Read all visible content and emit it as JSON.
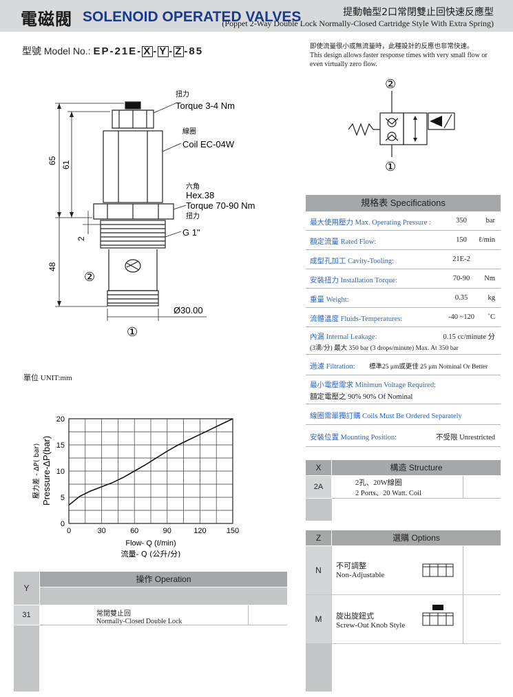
{
  "header": {
    "title_zh": "電磁閥",
    "title_en": "SOLENOID OPERATED VALVES",
    "subtitle_zh": "提動軸型2口常閉雙止回快速反應型",
    "subtitle_en": "(Poppet 2-Way Double Lock Normally-Closed Cartridge Style With Extra Spring)"
  },
  "model": {
    "label": "型號 Model No.:",
    "prefix": "EP-21E-",
    "x": "X",
    "y": "Y",
    "z": "Z",
    "suffix": "-85",
    "dash": "-"
  },
  "note": {
    "zh": "即使流量很小或無流量時，此種設計的反應也非常快速。",
    "en1": "This design allows faster response times with very small flow or",
    "en2": "even virtually zero flow."
  },
  "drawing": {
    "torque1_zh": "扭力",
    "torque1": "Torque 3-4 Nm",
    "coil_zh": "線圈",
    "coil": "Coil EC-04W",
    "hex_zh": "六角",
    "hex": "Hex.38",
    "torque2": "Torque 70-90 Nm",
    "torque2_zh": "扭力",
    "thread": "G 1\"",
    "dim65": "65",
    "dim61": "61",
    "dim2": "2",
    "dim48": "48",
    "dia": "Ø30.00",
    "port1": "①",
    "port2": "②"
  },
  "unit": "單位 UNIT:mm",
  "chart_data": {
    "type": "line",
    "x": [
      0,
      10,
      20,
      30,
      40,
      50,
      60,
      70,
      80,
      90,
      100,
      110,
      120,
      130,
      140,
      150
    ],
    "series": [
      {
        "values": [
          3.5,
          5.2,
          6.2,
          7.0,
          7.8,
          8.8,
          10.0,
          11.2,
          12.5,
          13.8,
          15.0,
          16.0,
          17.0,
          18.0,
          19.0,
          20.0
        ]
      }
    ],
    "xticks": [
      "0",
      "30",
      "60",
      "90",
      "120",
      "150"
    ],
    "yticks": [
      "0",
      "5",
      "10",
      "15",
      "20"
    ],
    "xlim": [
      0,
      150
    ],
    "ylim": [
      0,
      20
    ],
    "xlabel_en": "Flow- Q (ℓ/min)",
    "xlabel_zh": "流量- Q (公升/分)",
    "ylabel_en": "Pressure-ΔP(bar)",
    "ylabel_zh": "壓力差 - ΔP( bar)",
    "grid": true
  },
  "operation": {
    "col_y": "Y",
    "title": "操作 Operation",
    "code": "31",
    "desc_zh": "常閉雙止回",
    "desc_en": "Normally-Closed Double Lock"
  },
  "specs": {
    "title": "規格表 Specifications",
    "rows": [
      {
        "label": "最大使用壓力 Max. Operating Pressure :",
        "value": "350",
        "unit": "bar"
      },
      {
        "label": "額定流量 Rated Flow:",
        "value": "150",
        "unit": "ℓ/min"
      },
      {
        "label": "成型孔加工 Cavity-Tooling:",
        "value": "21E-2",
        "unit": ""
      },
      {
        "label": "安裝扭力 Installation Torque:",
        "value": "70-90",
        "unit": "Nm"
      },
      {
        "label": "重量 Weight:",
        "value": "0.35",
        "unit": "kg"
      },
      {
        "label": "流體溫度 Fluids-Temperatures:",
        "value": "-40 ~120",
        "unit": "˚C"
      }
    ],
    "leak_label": "內漏 Internal Leakage:",
    "leak_value": "0.15 cc/minute 分",
    "leak_line2": "(3滴/分) 最大 350 bar   (3 drops/minute) Max. At 350 bar",
    "filter_label": "過濾 Filtration:",
    "filter_value": "標準25 μm或更佳 25 μm Nominal Or Better",
    "voltage_label": "最小電壓需求 Minimun Voltage Required:",
    "voltage_value": "額定電壓之 90%     90% Of Nominal",
    "coil_note": "線圈需單獨訂購 Coils Must Be Ordered Separately",
    "mount_label": "安裝位置 Mounting Position:",
    "mount_value": "不受限  Unrestricted"
  },
  "structure": {
    "col_x": "X",
    "title": "構造 Structure",
    "code": "2A",
    "desc_zh": "2孔、20W線圈",
    "desc_en": "2 Ports、20 Watt. Coil"
  },
  "options": {
    "col_z": "Z",
    "title": "選購 Options",
    "items": [
      {
        "code": "N",
        "zh": "不可調整",
        "en": "Non-Adjustable"
      },
      {
        "code": "M",
        "zh": "旋出旋鈕式",
        "en": "Screw-Out Knob Style"
      }
    ]
  }
}
